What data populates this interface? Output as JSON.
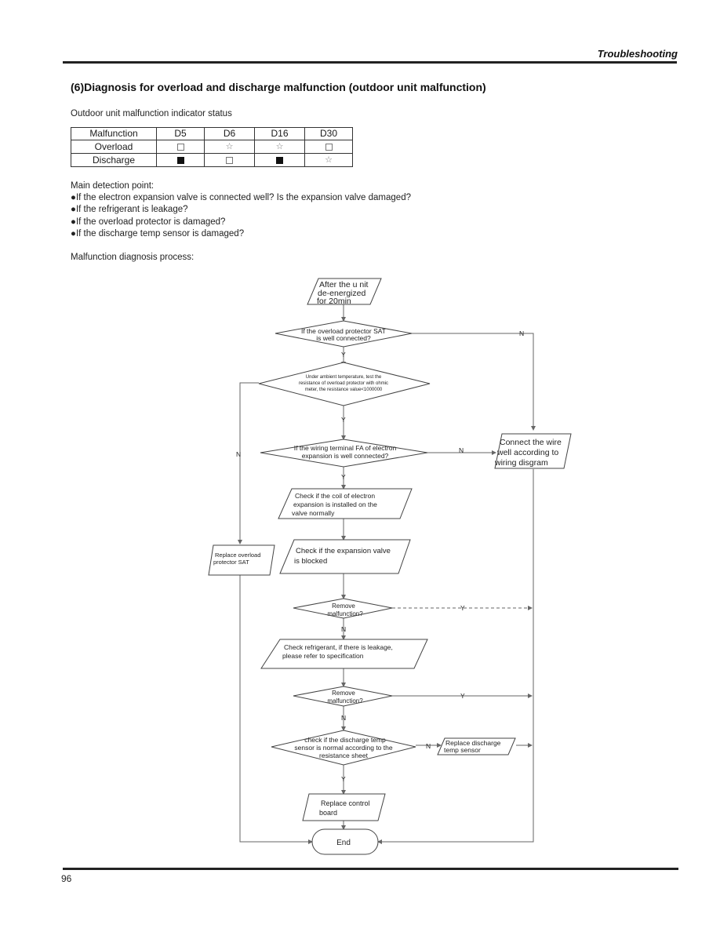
{
  "header": {
    "title": "Troubleshooting"
  },
  "section": {
    "title": "(6)Diagnosis for overload and discharge malfunction (outdoor unit malfunction)"
  },
  "indicator": {
    "subtitle": "Outdoor unit malfunction indicator status",
    "columns": [
      "Malfunction",
      "D5",
      "D6",
      "D16",
      "D30"
    ],
    "rows": [
      {
        "name": "Overload",
        "cells": [
          "off",
          "flash",
          "flash",
          "off"
        ]
      },
      {
        "name": "Discharge",
        "cells": [
          "on",
          "off",
          "on",
          "flash"
        ]
      }
    ],
    "symbol_icons": {
      "off": "empty-square-icon",
      "on": "filled-square-icon",
      "flash": "star-outline-icon"
    }
  },
  "detection": {
    "title": "Main detection point:",
    "points": [
      "●If the electron expansion valve is connected well? Is the expansion valve damaged?",
      "●If the refrigerant is leakage?",
      "●If the overload protector is damaged?",
      "●If the discharge temp sensor is damaged?"
    ]
  },
  "process_label": "Malfunction diagnosis process:",
  "flow": {
    "start": [
      "After the u nit",
      "de-energized",
      "for 20min"
    ],
    "q1": [
      "If the overload protector SAT",
      "is well connected?"
    ],
    "q2": [
      "Under ambient temperature, test the",
      "resistance of overload protector with ohmic",
      "meter, the resistance value<1000000"
    ],
    "q3": [
      "If the wiring terminal FA of electron",
      "expansion is well connected?"
    ],
    "connect_wire": [
      "Connect the wire",
      "well according to",
      "wiring disgram"
    ],
    "check_coil": [
      "Check if the coil of electron",
      "expansion is installed on the",
      "valve normally"
    ],
    "check_blocked": [
      "Check if the expansion valve",
      "is blocked"
    ],
    "replace_overload": [
      "Replace overload",
      "protector SAT"
    ],
    "remove1": [
      "Remove",
      "malfunction?"
    ],
    "check_refrigerant": [
      "Check refrigerant, if there is leakage,",
      "please refer to specification"
    ],
    "remove2": [
      "Remove",
      "malfunction?"
    ],
    "q_discharge": [
      "check if the discharge temp",
      "sensor is normal according to the",
      "resistance sheet"
    ],
    "replace_discharge": [
      "Replace discharge",
      "temp sensor"
    ],
    "replace_board": [
      "Replace control",
      "board"
    ],
    "end": "End",
    "yes": "Y",
    "no": "N"
  },
  "footer": {
    "page_number": "96"
  }
}
